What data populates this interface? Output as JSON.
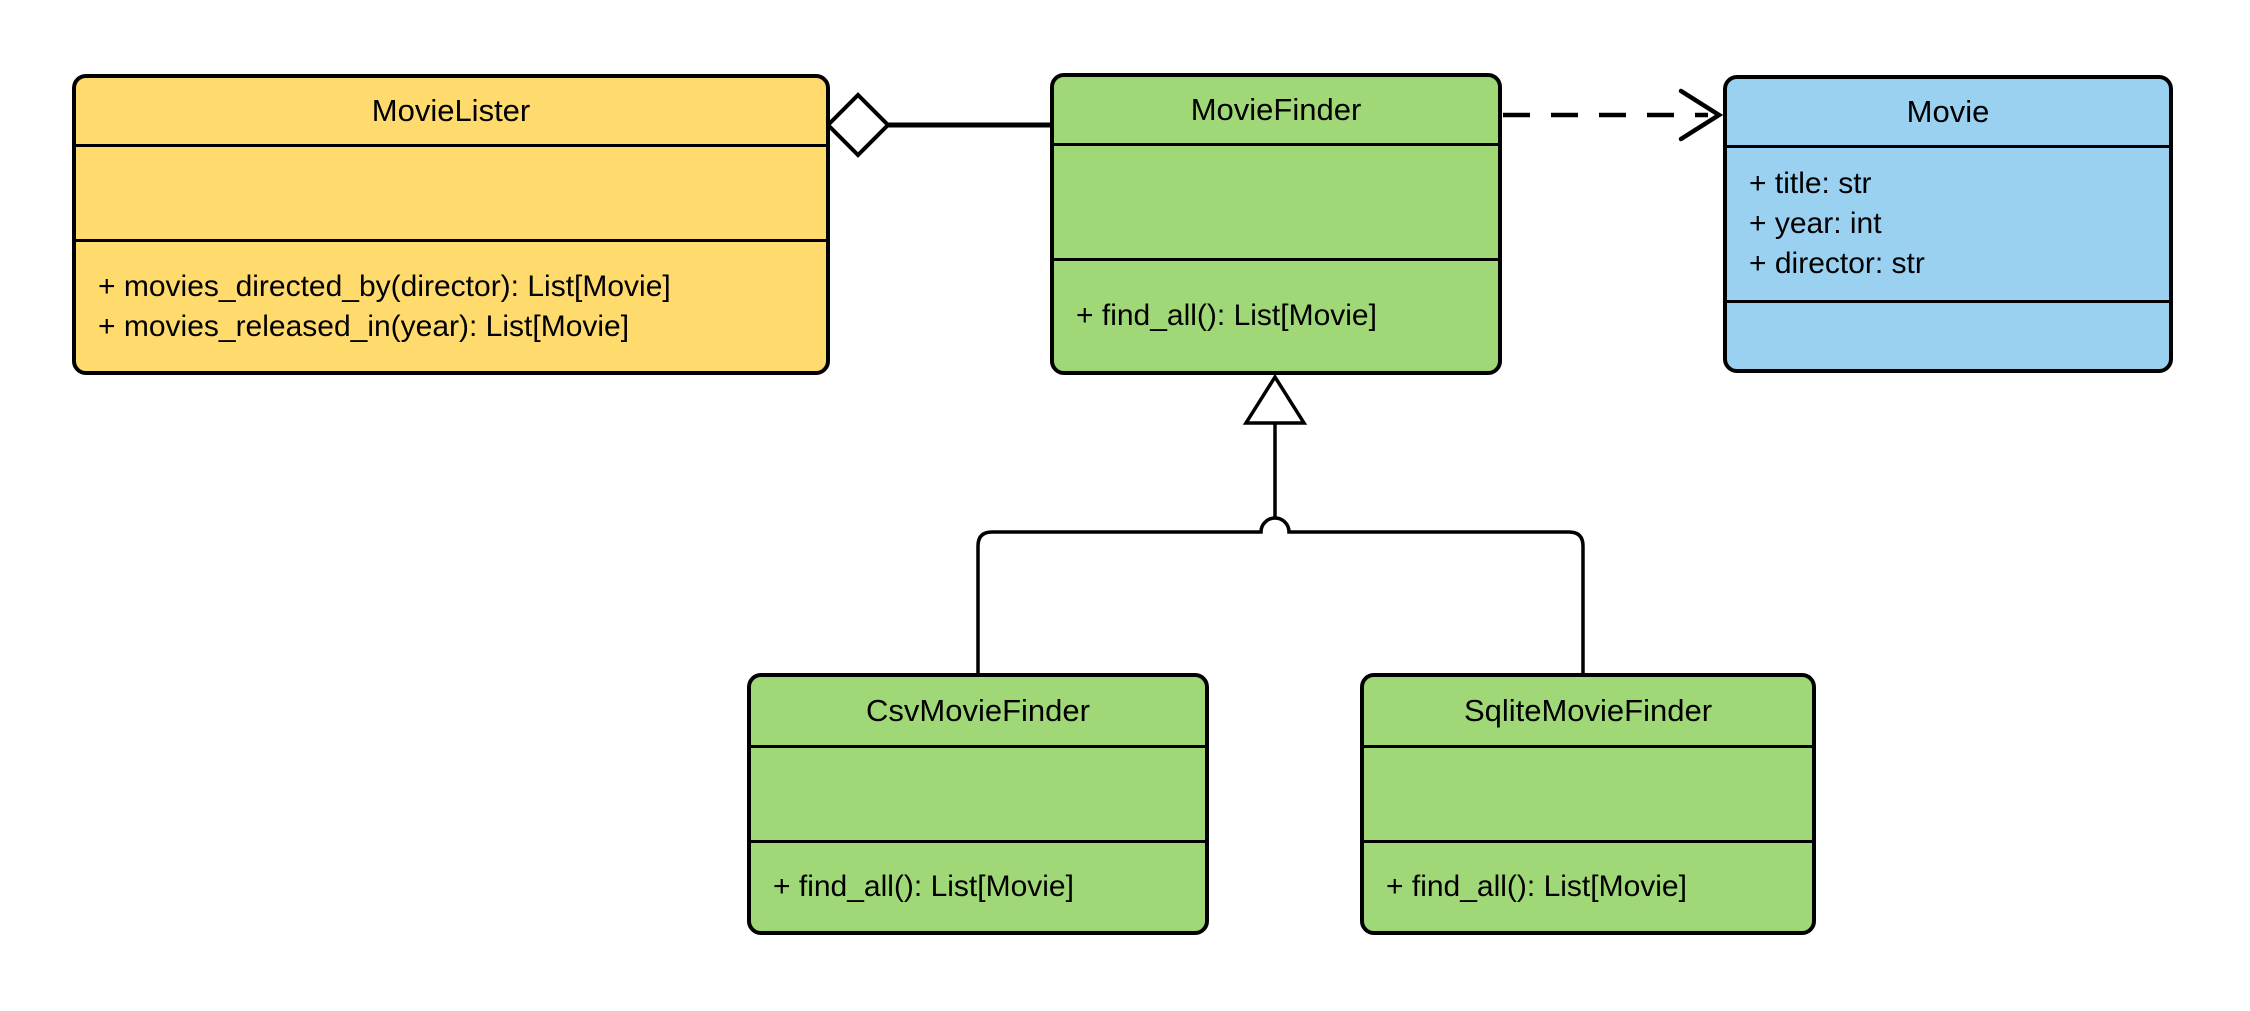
{
  "diagram": {
    "kind": "uml-class-diagram",
    "background_color": "#ffffff",
    "line_color": "#000000",
    "text_color": "#000000",
    "classes": [
      {
        "name": "MovieLister",
        "fill": "#FFDB6E",
        "attributes": [],
        "methods": [
          "+ movies_directed_by(director): List[Movie]",
          "+ movies_released_in(year): List[Movie]"
        ]
      },
      {
        "name": "MovieFinder",
        "fill": "#A0D878",
        "attributes": [],
        "methods": [
          "+ find_all(): List[Movie]"
        ]
      },
      {
        "name": "Movie",
        "fill": "#9AD1F0",
        "attributes": [
          "+ title: str",
          "+ year: int",
          "+ director: str"
        ],
        "methods": []
      },
      {
        "name": "CsvMovieFinder",
        "fill": "#A0D878",
        "attributes": [],
        "methods": [
          "+ find_all(): List[Movie]"
        ]
      },
      {
        "name": "SqliteMovieFinder",
        "fill": "#A0D878",
        "attributes": [],
        "methods": [
          "+ find_all(): List[Movie]"
        ]
      }
    ],
    "relationships": [
      {
        "type": "aggregation",
        "from": "MovieLister",
        "to": "MovieFinder",
        "marker": "hollow-diamond",
        "line": "solid"
      },
      {
        "type": "dependency",
        "from": "MovieFinder",
        "to": "Movie",
        "marker": "open-arrow",
        "line": "dashed"
      },
      {
        "type": "inheritance",
        "from": "CsvMovieFinder",
        "to": "MovieFinder",
        "marker": "hollow-triangle",
        "line": "solid"
      },
      {
        "type": "inheritance",
        "from": "SqliteMovieFinder",
        "to": "MovieFinder",
        "marker": "hollow-triangle",
        "line": "solid"
      }
    ]
  }
}
